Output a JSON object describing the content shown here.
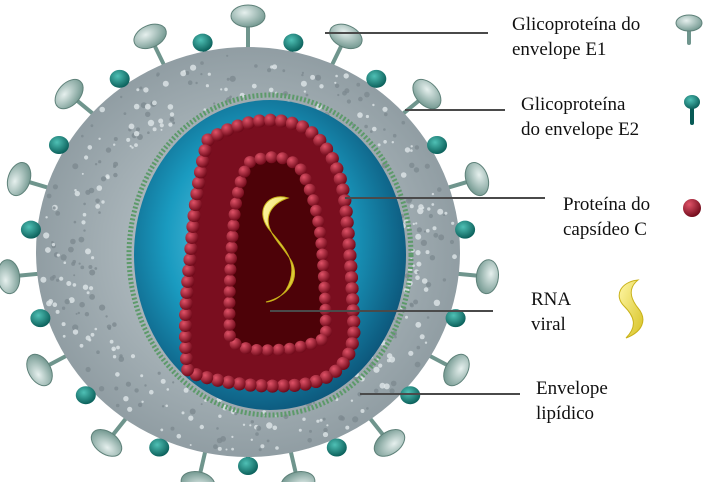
{
  "labels": {
    "e1": {
      "line1": "Glicoproteína do",
      "line2": "envelope E1"
    },
    "e2": {
      "line1": "Glicoproteína",
      "line2": "do envelope E2"
    },
    "capsid": {
      "line1": "Proteína do",
      "line2": "capsídeo C"
    },
    "rna": {
      "line1": "RNA",
      "line2": "viral"
    },
    "envelope": {
      "line1": "Envelope",
      "line2": "lipídico"
    }
  },
  "icons": {
    "e1": "spike-glycoprotein-e1-icon",
    "e2": "spike-glycoprotein-e2-icon",
    "capsid": "capsid-protein-bead-icon",
    "rna": "rna-strand-icon"
  },
  "colors": {
    "e1_glycoprotein": "#8fb3ab",
    "e2_glycoprotein": "#0f7f78",
    "capsid_protein": "#8e1426",
    "rna": "#f2e25a",
    "interior": "#1a9bc0",
    "envelope": "#9aa7ad"
  }
}
